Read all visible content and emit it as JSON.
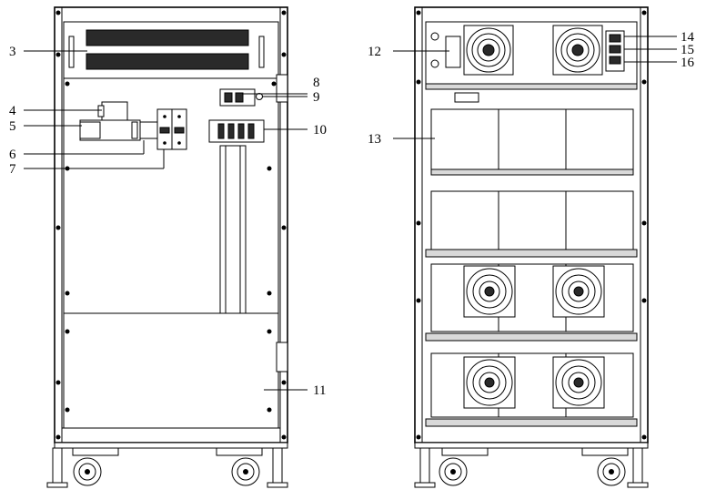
{
  "callouts": {
    "c3": "3",
    "c4": "4",
    "c5": "5",
    "c6": "6",
    "c7": "7",
    "c8": "8",
    "c9": "9",
    "c10": "10",
    "c11": "11",
    "c12": "12",
    "c13": "13",
    "c14": "14",
    "c15": "15",
    "c16": "16"
  },
  "colors": {
    "line": "#000000",
    "background": "#ffffff",
    "shade": "#d9d9d9"
  },
  "views": [
    "front-view-door-open",
    "rear-view"
  ]
}
